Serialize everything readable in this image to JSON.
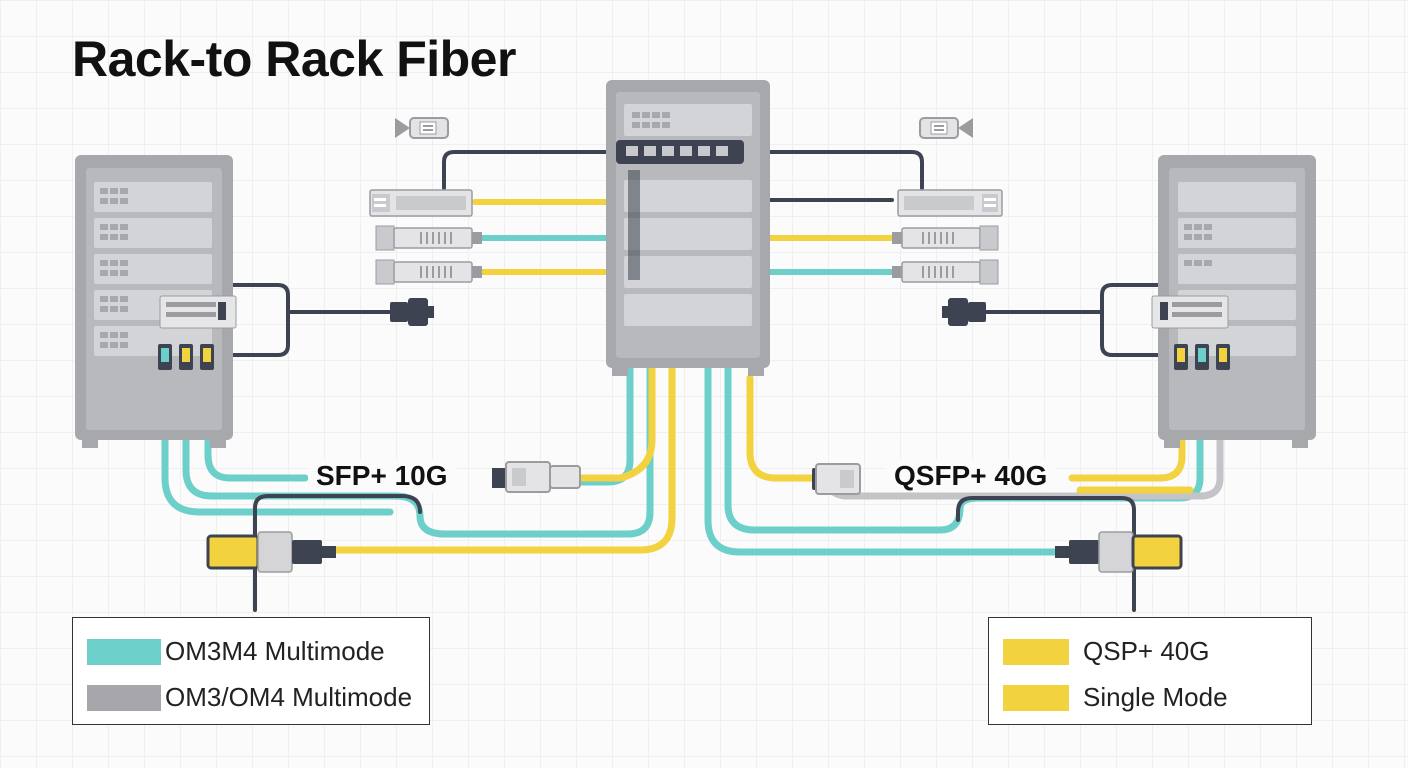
{
  "title": "Rack-to Rack Fiber",
  "labels": {
    "left_link": "SFP+ 10G",
    "right_link": "QSFP+ 40G"
  },
  "colors": {
    "multimode_aqua": "#6dcfca",
    "multimode_gray": "#b7b7bb",
    "singlemode_yellow": "#f2d33f",
    "cable_dark": "#3d4350",
    "rack_gray": "#a7a8ac"
  },
  "legend_left": [
    {
      "label": "OM3M4 Multimode",
      "color": "#6dcfca"
    },
    {
      "label": "OM3/OM4 Multimode",
      "color": "#a7a7ab"
    }
  ],
  "legend_right": [
    {
      "label": "QSP+ 40G",
      "color": "#f2d33f"
    },
    {
      "label": "Single Mode",
      "color": "#f2d33f"
    }
  ]
}
